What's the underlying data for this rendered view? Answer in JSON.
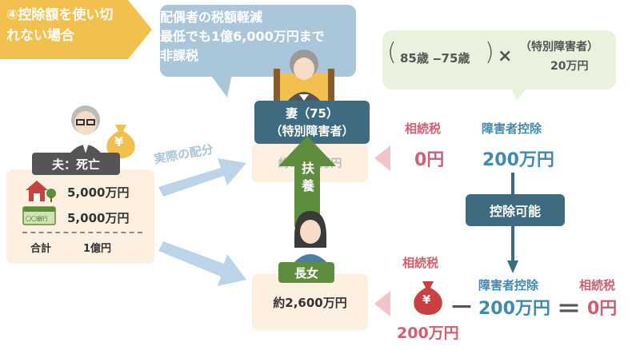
{
  "title": "④控除額を使い切れない場合",
  "bubble": {
    "line1": "配偶者の税額軽減",
    "line2": "最低でも1億6,000万円まで",
    "line3": "非課税"
  },
  "formula": {
    "age_part": "85歳  ‒75歳",
    "times": "×",
    "disabled_line1": "（特別障害者）",
    "disabled_line2": "20万円"
  },
  "wife": {
    "label_line1": "妻（75）",
    "label_line2": "（特別障害者）",
    "amount": "約7　　万円"
  },
  "fuyou": "扶養",
  "husband": {
    "label": "夫：死亡",
    "assets": [
      {
        "icon": "house-icon",
        "value": "5,000万円"
      },
      {
        "icon": "bankbook-icon",
        "value": "5,000万円",
        "bank_text": "〇〇銀行"
      }
    ],
    "total_label": "合計",
    "total_value": "1億円",
    "yen_mark": "¥"
  },
  "actual_distribution": "実際の配分",
  "daughter": {
    "label": "長女",
    "amount": "約2,600万円"
  },
  "right_top": {
    "tax_label": "相続税",
    "tax_value": "0円",
    "deduction_label": "障害者控除",
    "deduction_value": "200万円"
  },
  "deductible_button": "控除可能",
  "right_bottom": {
    "tax_label": "相続税",
    "tax_value": "200万円",
    "yen_mark": "¥",
    "minus": "－",
    "deduction_label": "障害者控除",
    "deduction_value": "200万円",
    "equals": "＝",
    "result_label": "相続税",
    "result_value": "0円"
  },
  "colors": {
    "title_tag": "#f2c04e",
    "bubble": "#a9c6da",
    "formula_bg": "#e8f2dc",
    "navy": "#3f6b80",
    "peach": "#fdf0e1",
    "green": "#5f8d3e",
    "red": "#d06070",
    "blue": "#3f8ab0",
    "arrow_light_blue": "#bcd4e8",
    "arrow_pink": "#f2c3c8"
  }
}
